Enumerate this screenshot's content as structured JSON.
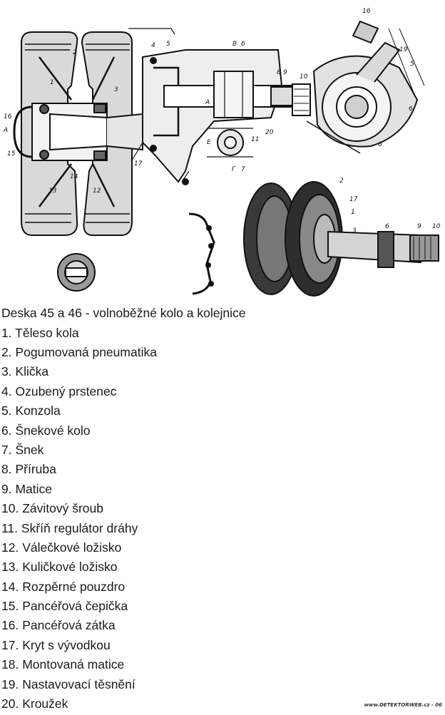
{
  "figure": {
    "callouts": {
      "c1": "1",
      "c2": "2",
      "c3": "3",
      "c4": "4",
      "c5": "5",
      "c6": "6",
      "c8": "8",
      "c9": "9",
      "c10": "10",
      "c11": "11",
      "c12": "12",
      "c13": "13",
      "c14": "14",
      "c15": "15",
      "c16": "16",
      "c17": "17",
      "c19": "19",
      "c20": "20",
      "cA": "A",
      "cV": "B",
      "cG": "Г",
      "cE": "E",
      "c7": "7",
      "c16b": "16",
      "c6b": "6",
      "c5b": "5",
      "cAb": "A",
      "c6c": "6",
      "c2b": "2",
      "c17b": "17",
      "c1b": "1",
      "c3b": "3",
      "c6d": "6",
      "c9b": "9",
      "c10b": "10"
    }
  },
  "caption": {
    "title": "Deska 45 a 46 - volnoběžné kolo a kolejnice",
    "items": [
      {
        "num": "1",
        "label": "Těleso kola"
      },
      {
        "num": "2",
        "label": "Pogumovaná pneumatika"
      },
      {
        "num": "3",
        "label": "Klička"
      },
      {
        "num": "4",
        "label": "Ozubený prstenec"
      },
      {
        "num": "5",
        "label": "Konzola"
      },
      {
        "num": "6",
        "label": "Šnekové kolo"
      },
      {
        "num": "7",
        "label": "Šnek"
      },
      {
        "num": "8",
        "label": "Příruba"
      },
      {
        "num": "9",
        "label": "Matice"
      },
      {
        "num": "10",
        "label": "Závitový šroub"
      },
      {
        "num": "11",
        "label": "Skříň regulátor dráhy"
      },
      {
        "num": "12",
        "label": "Válečkové ložisko"
      },
      {
        "num": "13",
        "label": "Kuličkové ložisko"
      },
      {
        "num": "14",
        "label": "Rozpěrné pouzdro"
      },
      {
        "num": "15",
        "label": "Pancéřová čepička"
      },
      {
        "num": "16",
        "label": "Pancéřová zátka"
      },
      {
        "num": "17",
        "label": "Kryt s vývodkou"
      },
      {
        "num": "18",
        "label": "Montovaná matice"
      },
      {
        "num": "19",
        "label": "Nastavovací těsnění"
      },
      {
        "num": "20",
        "label": "Kroužek"
      }
    ]
  },
  "watermark": "www.DETEKTORWEB.cz - 06"
}
